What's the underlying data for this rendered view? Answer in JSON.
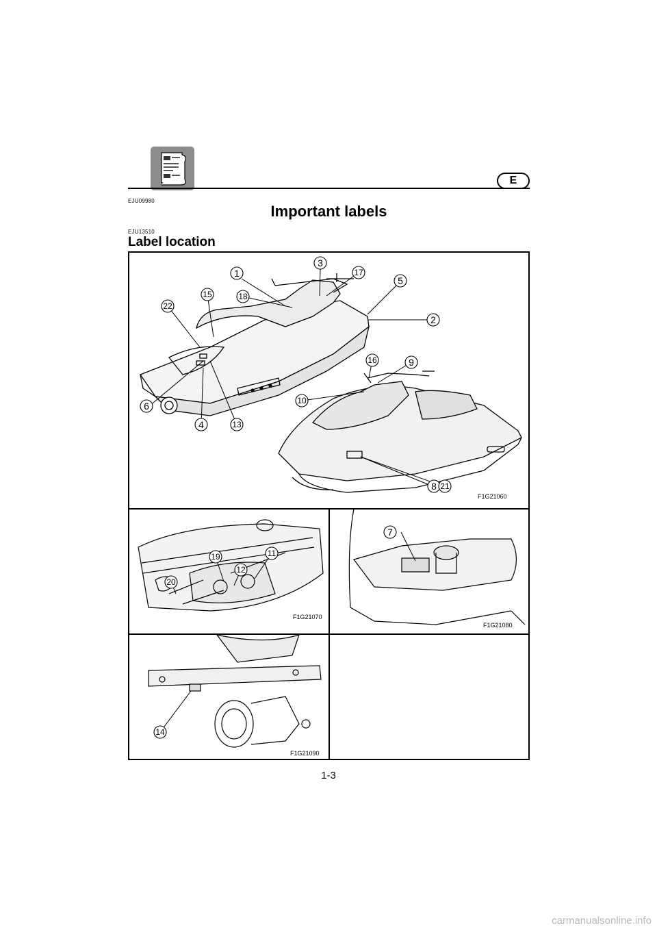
{
  "header": {
    "lang_badge": "E",
    "section_code": "EJU09980",
    "icon": "manual-document-icon"
  },
  "main": {
    "title": "Important labels",
    "sub_code": "EJU13510",
    "subtitle": "Label location"
  },
  "figure": {
    "panel_codes": {
      "top": "F1G21060",
      "mid_left": "F1G21070",
      "mid_right": "F1G21080",
      "bottom": "F1G21090"
    },
    "callouts": {
      "c1": "1",
      "c2": "2",
      "c3": "3",
      "c4": "4",
      "c5": "5",
      "c6": "6",
      "c7": "7",
      "c8": "8",
      "c9": "9",
      "c10": "10",
      "c11": "11",
      "c12": "12",
      "c13": "13",
      "c14": "14",
      "c15": "15",
      "c16": "16",
      "c17": "17",
      "c18": "18",
      "c19": "19",
      "c20": "20",
      "c21": "21",
      "c22": "22"
    }
  },
  "footer": {
    "page_number": "1-3",
    "watermark": "carmanualsonline.info"
  }
}
